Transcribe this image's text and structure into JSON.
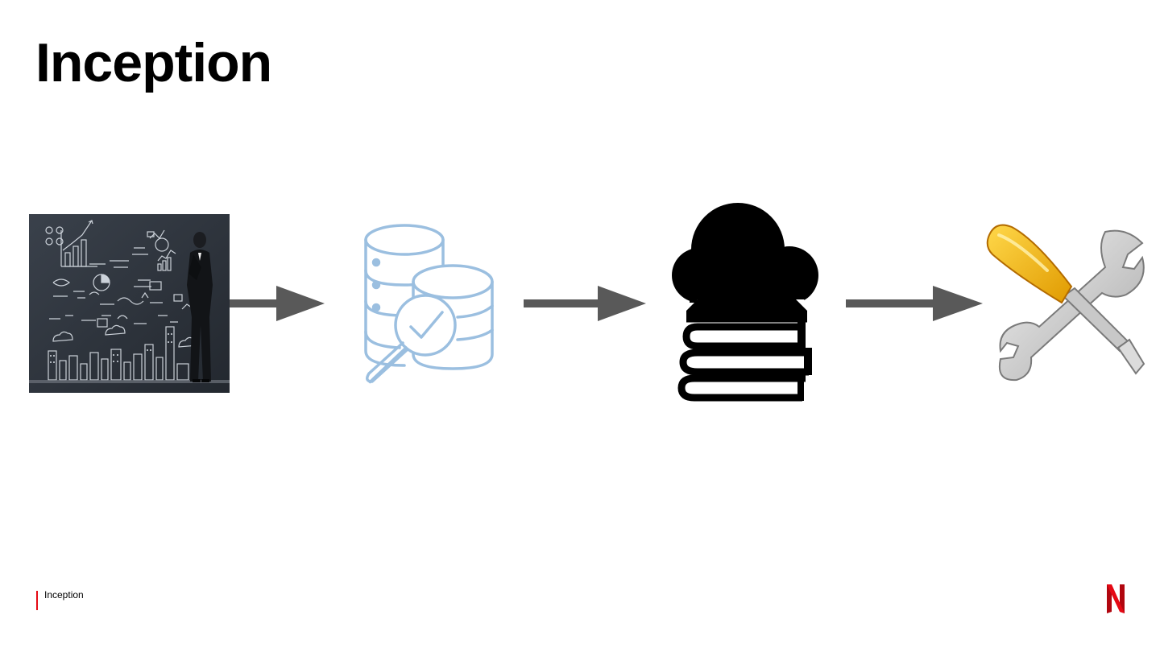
{
  "slide": {
    "title": "Inception",
    "footer_label": "Inception"
  },
  "colors": {
    "arrow": "#595959",
    "database_icon": "#9bbfe0",
    "brand_red": "#e50914",
    "chalkboard": "#2c323b",
    "screwdriver_handle": "#f2b705",
    "wrench": "#c4c4c4"
  },
  "diagram": {
    "flow": [
      {
        "icon": "business-strategy-chalkboard-image"
      },
      {
        "icon": "database-search-icon"
      },
      {
        "icon": "cloud-books-icon"
      },
      {
        "icon": "tools-icon"
      }
    ],
    "connectors": [
      "arrow-right-icon",
      "arrow-right-icon",
      "arrow-right-icon"
    ]
  },
  "brand": {
    "icon": "netflix-logo-icon"
  }
}
